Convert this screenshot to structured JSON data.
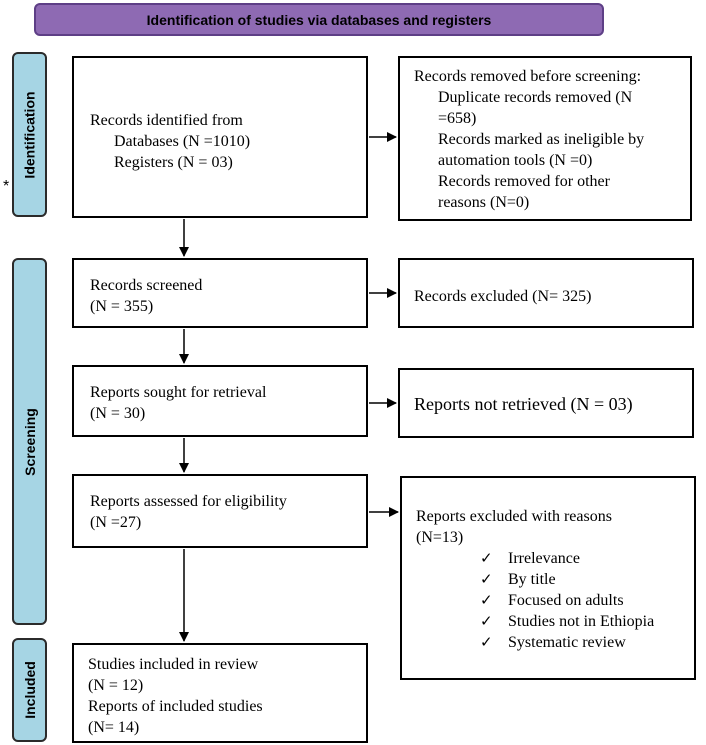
{
  "header": {
    "title": "Identification of studies via databases and registers"
  },
  "phases": {
    "identification": "Identification",
    "screening": "Screening",
    "included": "Included"
  },
  "footnote_marker": "*",
  "boxes": {
    "records_identified": {
      "title": "Records identified from",
      "databases": "Databases (N =1010)",
      "registers": "Registers (N = 03)"
    },
    "records_removed": {
      "title": "Records removed before screening:",
      "duplicates_line1": "Duplicate records removed (N",
      "duplicates_line2": "=658)",
      "ineligible_line1": "Records marked as ineligible by",
      "ineligible_line2": "automation tools (N =0)",
      "other_line1": "Records removed for other",
      "other_line2": "reasons (N=0)"
    },
    "records_screened": {
      "label": "Records screened",
      "count": "(N = 355)"
    },
    "records_excluded": {
      "label": "Records excluded (N= 325)"
    },
    "reports_sought": {
      "label": "Reports sought for retrieval",
      "count": "(N = 30)"
    },
    "reports_not_retrieved": {
      "label": "Reports not retrieved (N = 03)"
    },
    "reports_assessed": {
      "label": "Reports assessed for eligibility",
      "count": "(N =27)"
    },
    "reports_excluded": {
      "label": "Reports excluded with reasons",
      "count": "(N=13)",
      "reasons": [
        "Irrelevance",
        "By title",
        "Focused on adults",
        "Studies not in Ethiopia",
        "Systematic review"
      ]
    },
    "studies_included": {
      "studies_label": "Studies included in review",
      "studies_count": "(N = 12)",
      "reports_label": "Reports of included studies",
      "reports_count": "(N= 14)"
    }
  },
  "colors": {
    "header_fill": "#8e6ab3",
    "phase_fill": "#a6d5e4"
  }
}
